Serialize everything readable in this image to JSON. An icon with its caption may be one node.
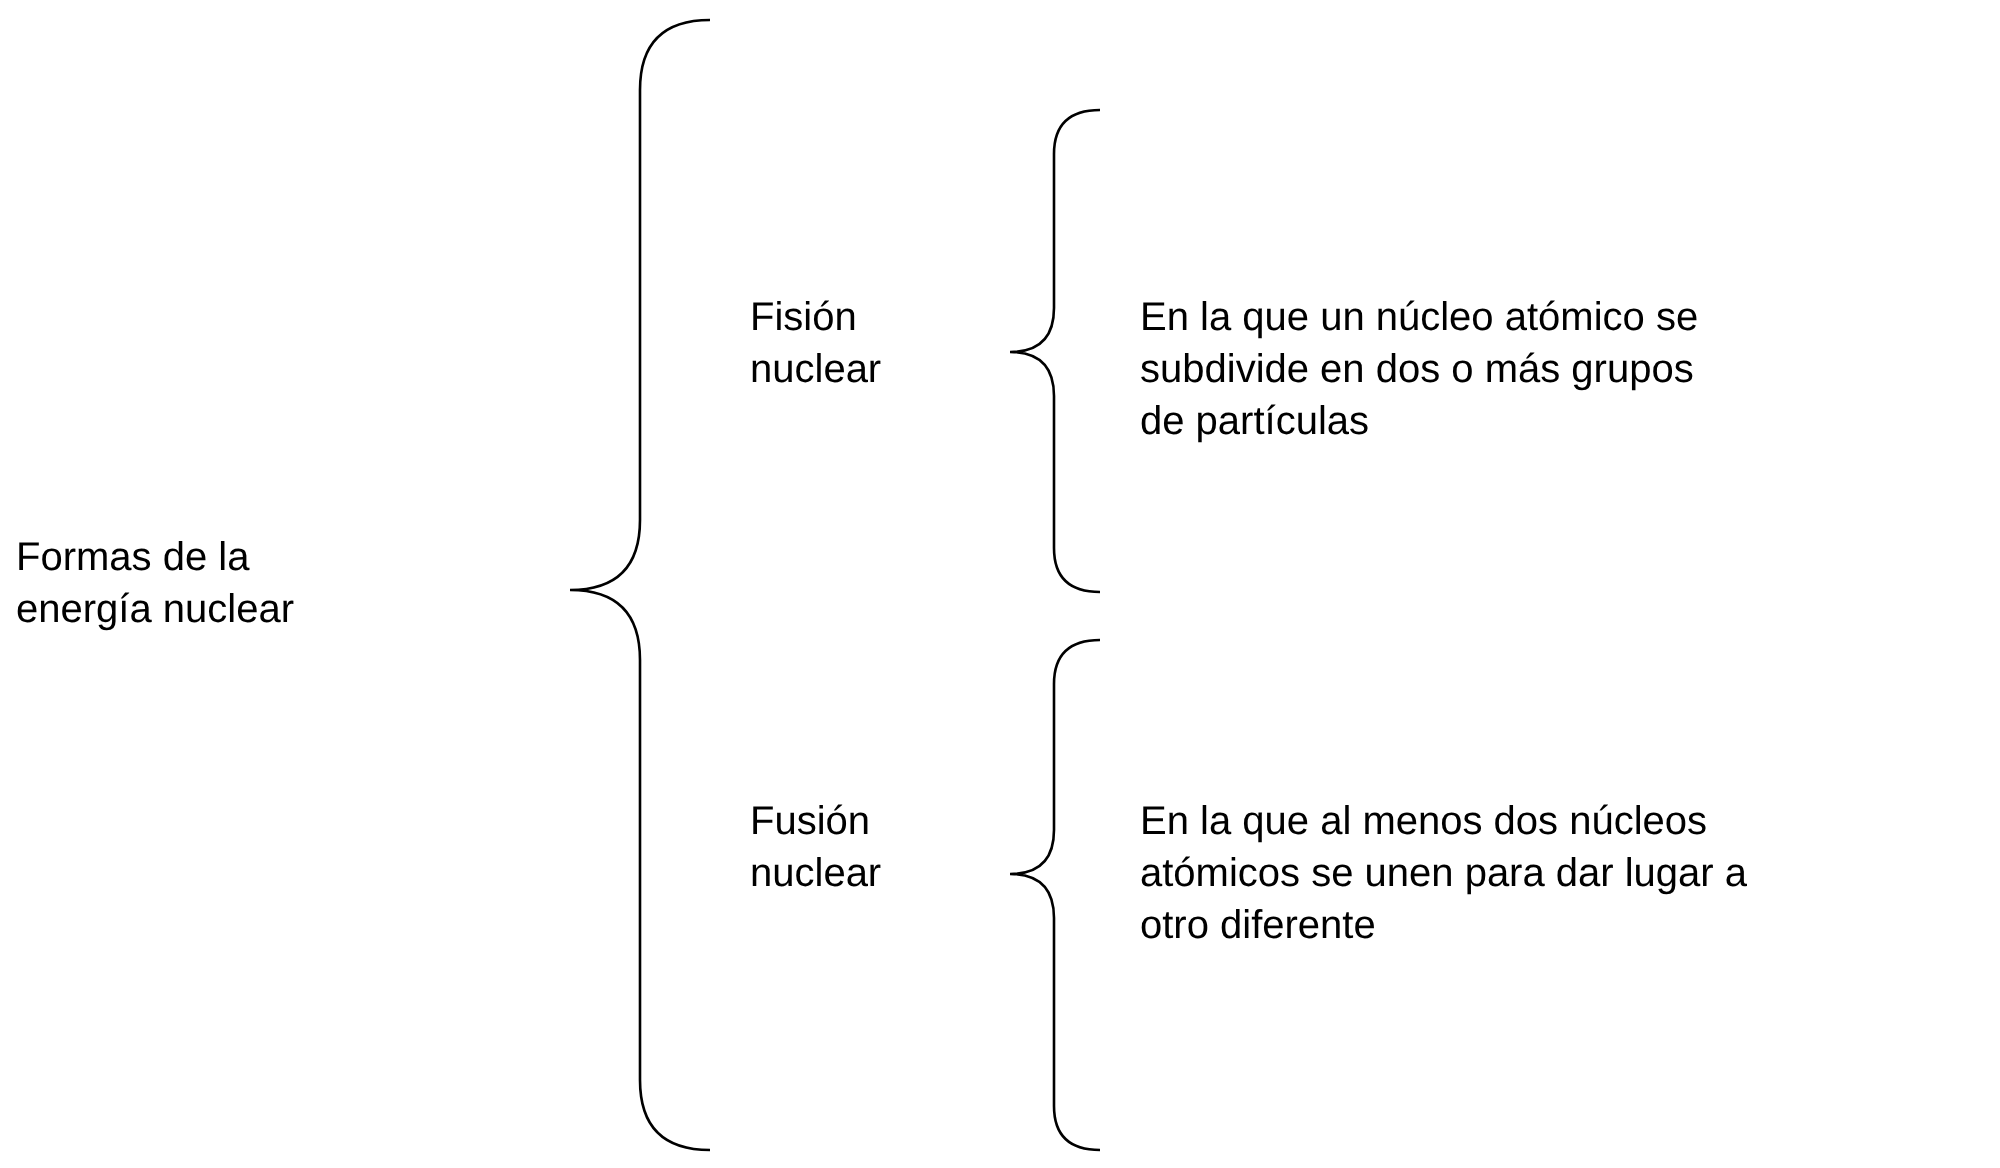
{
  "diagram": {
    "labels": [
      "Fisión nuclear",
      "En la que un núcleo atómico se subdivide en dos o más grupos de partículas",
      "Formas de la energía nuclear",
      "Fusión nuclear",
      "En la que al menos dos núcleos atómicos se unen para dar lugar a otro diferente"
    ]
  }
}
